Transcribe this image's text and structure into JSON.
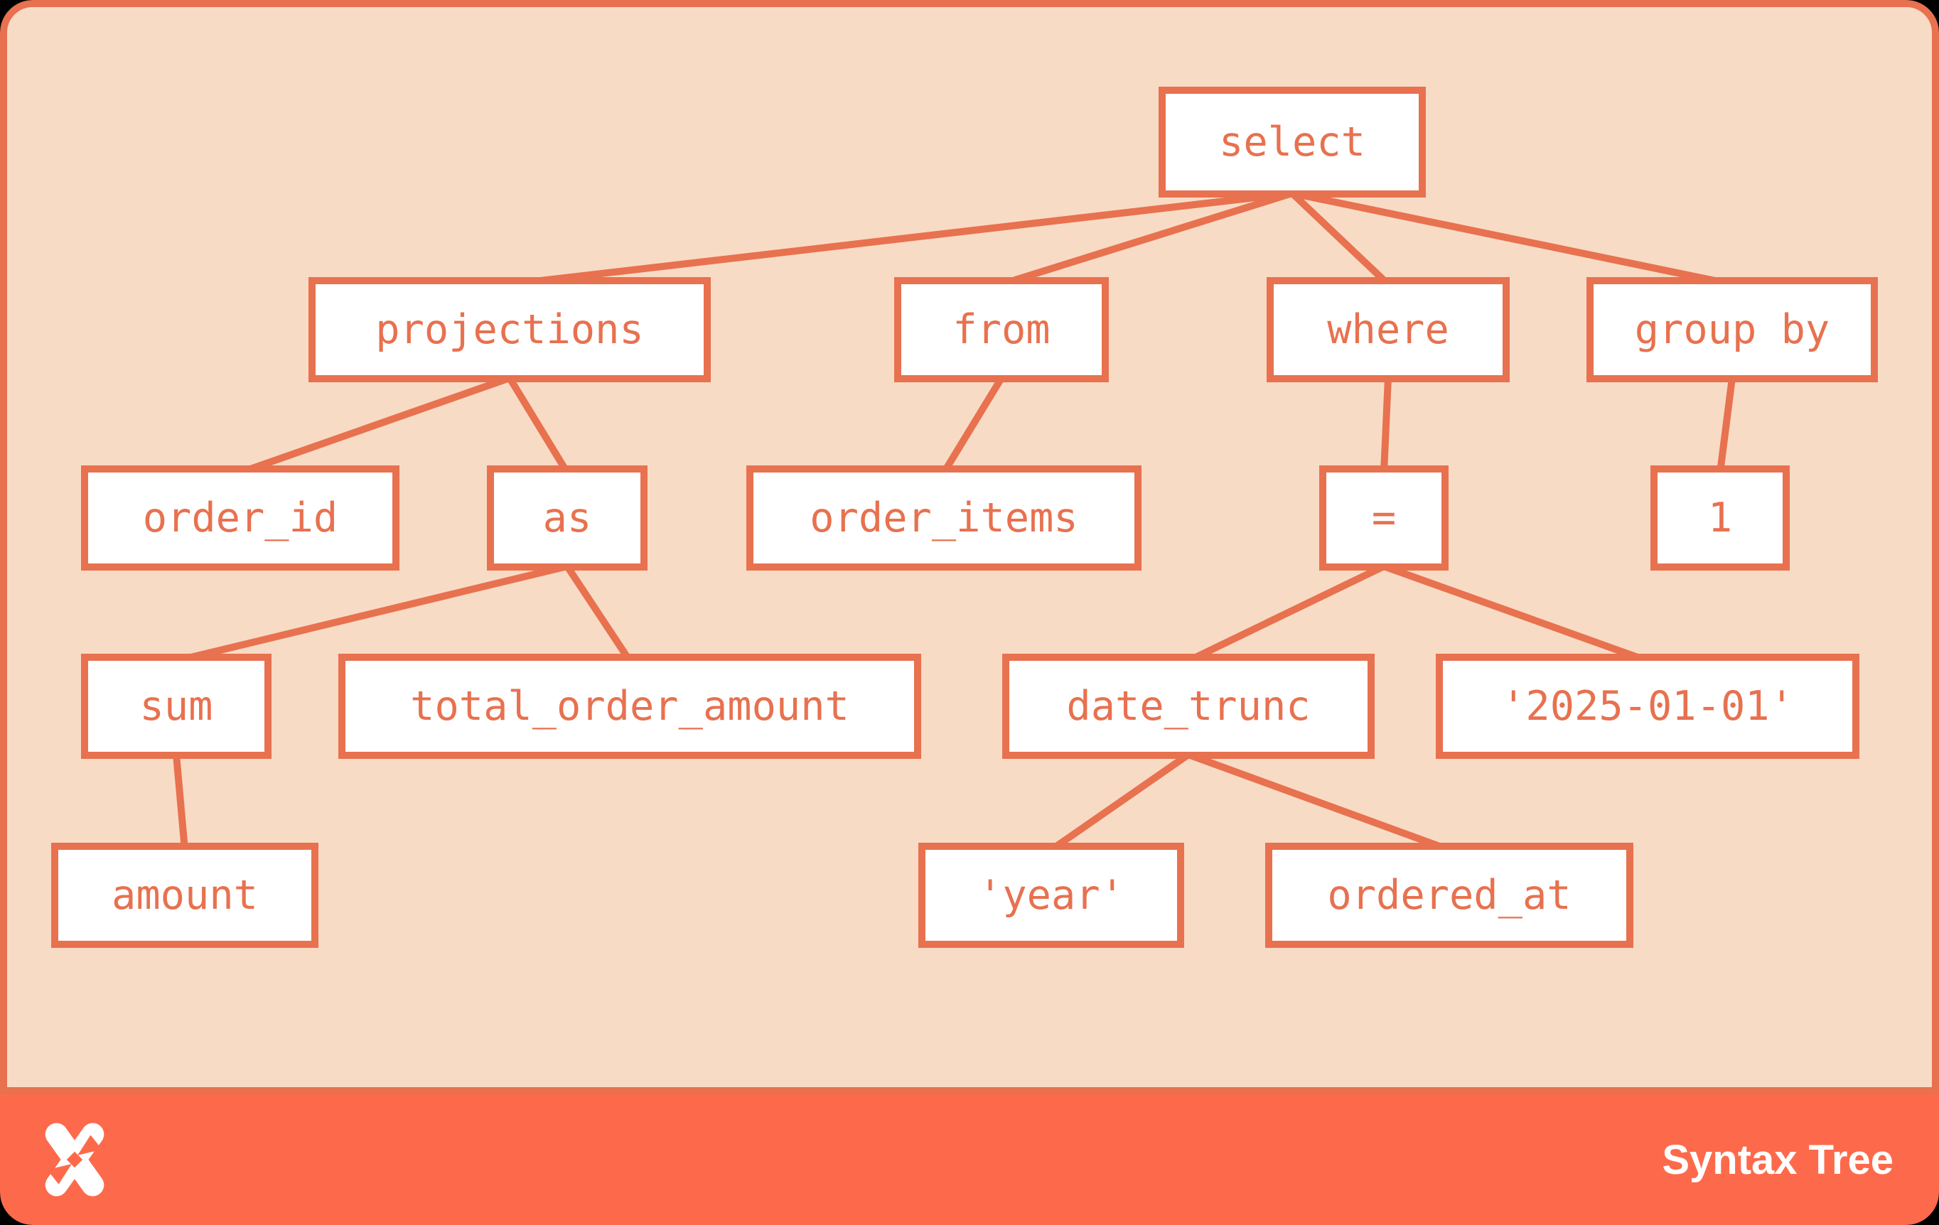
{
  "app": {
    "type": "syntax-tree-diagram",
    "title": "Syntax Tree"
  },
  "colors": {
    "canvas_background": "#F8DBC5",
    "accent_salmon": "#E8714F",
    "footer_orange": "#FD6A4B",
    "node_fill": "#FFFFFF",
    "outer_background": "#000000",
    "footer_text": "#FFFFFF"
  },
  "footer": {
    "title": "Syntax Tree",
    "logo": "x-pinwheel-logo"
  },
  "tree": {
    "root": "select",
    "nodes": {
      "select": {
        "label": "select"
      },
      "projections": {
        "label": "projections"
      },
      "from": {
        "label": "from"
      },
      "group_by": {
        "label": "group by"
      },
      "where": {
        "label": "where"
      },
      "order_id": {
        "label": "order_id"
      },
      "as": {
        "label": "as"
      },
      "order_items": {
        "label": "order_items"
      },
      "eq": {
        "label": "="
      },
      "one": {
        "label": "1"
      },
      "sum": {
        "label": "sum"
      },
      "total_order_amount": {
        "label": "total_order_amount"
      },
      "date_trunc": {
        "label": "date_trunc"
      },
      "date_literal": {
        "label": "'2025-01-01'"
      },
      "amount": {
        "label": "amount"
      },
      "year_literal": {
        "label": "'year'"
      },
      "ordered_at": {
        "label": "ordered_at"
      }
    },
    "children": {
      "select": [
        "projections",
        "from",
        "where",
        "group_by"
      ],
      "projections": [
        "order_id",
        "as"
      ],
      "as": [
        "sum",
        "total_order_amount"
      ],
      "sum": [
        "amount"
      ],
      "from": [
        "order_items"
      ],
      "where": [
        "eq"
      ],
      "eq": [
        "date_trunc",
        "date_literal"
      ],
      "date_trunc": [
        "year_literal",
        "ordered_at"
      ],
      "group_by": [
        "one"
      ]
    }
  }
}
